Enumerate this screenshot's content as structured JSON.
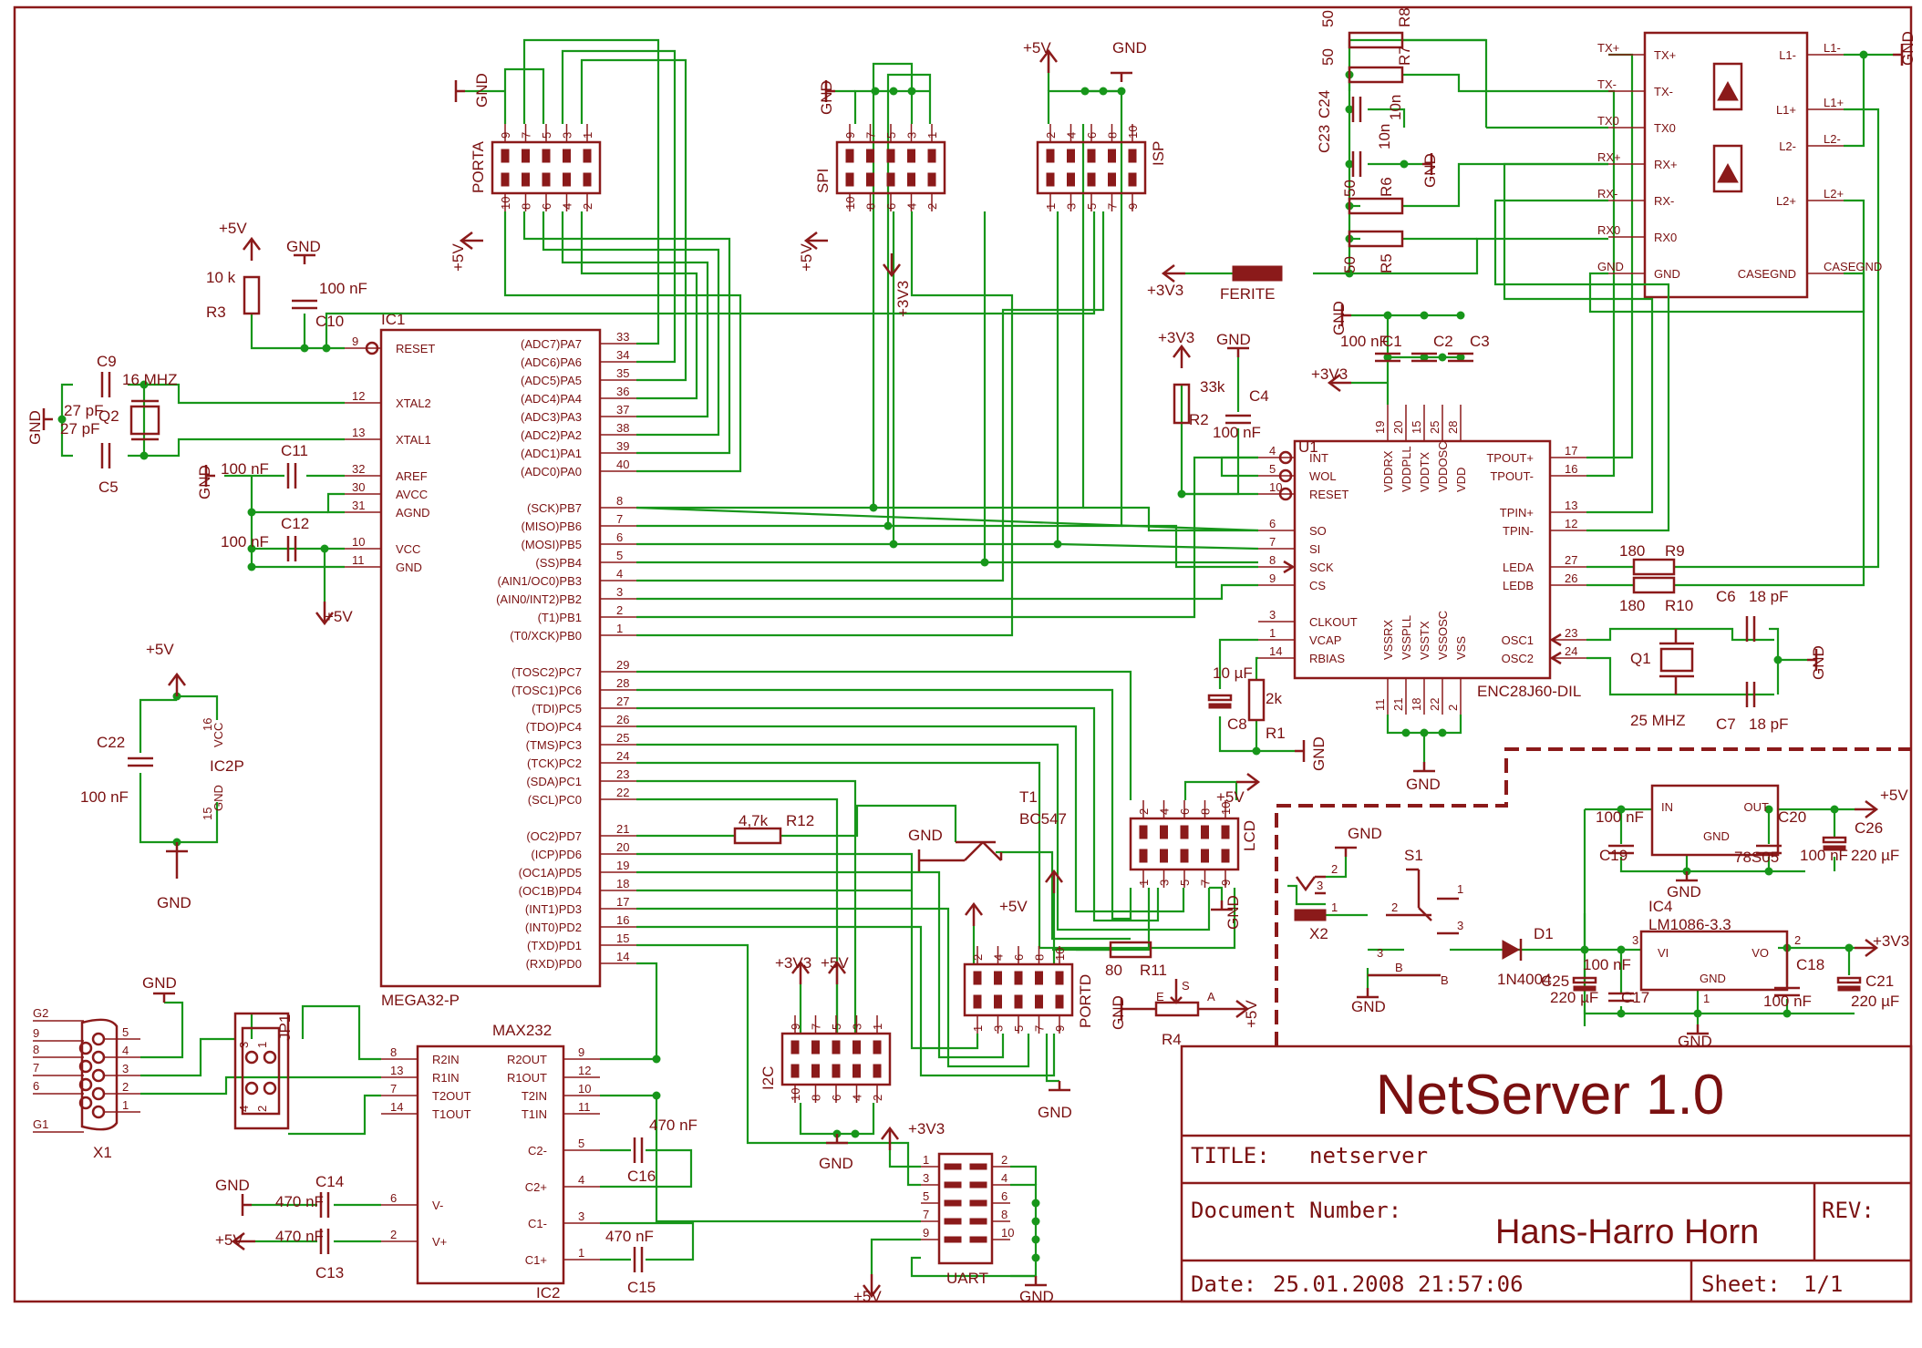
{
  "colors": {
    "component": "#8b1a1a",
    "wire": "#17961a",
    "text": "#7a1010",
    "background": "#ffffff"
  },
  "title_block": {
    "project": "NetServer 1.0",
    "title_label": "TITLE:",
    "title_value": "netserver",
    "docnum_label": "Document Number:",
    "author": "Hans-Harro Horn",
    "rev_label": "REV:",
    "date_label": "Date:",
    "date_value": "25.01.2008 21:57:06",
    "sheet_label": "Sheet:",
    "sheet_value": "1/1"
  },
  "ic1": {
    "name": "IC1",
    "part": "MEGA32-P",
    "left_pins": [
      {
        "num": "9",
        "name": "RESET"
      },
      {
        "num": "12",
        "name": "XTAL2"
      },
      {
        "num": "13",
        "name": "XTAL1"
      },
      {
        "num": "32",
        "name": "AREF"
      },
      {
        "num": "30",
        "name": "AVCC"
      },
      {
        "num": "31",
        "name": "AGND"
      },
      {
        "num": "10",
        "name": "VCC"
      },
      {
        "num": "11",
        "name": "GND"
      }
    ],
    "right_pins": [
      {
        "num": "33",
        "name": "(ADC7)PA7"
      },
      {
        "num": "34",
        "name": "(ADC6)PA6"
      },
      {
        "num": "35",
        "name": "(ADC5)PA5"
      },
      {
        "num": "36",
        "name": "(ADC4)PA4"
      },
      {
        "num": "37",
        "name": "(ADC3)PA3"
      },
      {
        "num": "38",
        "name": "(ADC2)PA2"
      },
      {
        "num": "39",
        "name": "(ADC1)PA1"
      },
      {
        "num": "40",
        "name": "(ADC0)PA0"
      },
      {
        "num": "8",
        "name": "(SCK)PB7"
      },
      {
        "num": "7",
        "name": "(MISO)PB6"
      },
      {
        "num": "6",
        "name": "(MOSI)PB5"
      },
      {
        "num": "5",
        "name": "(SS)PB4"
      },
      {
        "num": "4",
        "name": "(AIN1/OC0)PB3"
      },
      {
        "num": "3",
        "name": "(AIN0/INT2)PB2"
      },
      {
        "num": "2",
        "name": "(T1)PB1"
      },
      {
        "num": "1",
        "name": "(T0/XCK)PB0"
      },
      {
        "num": "29",
        "name": "(TOSC2)PC7"
      },
      {
        "num": "28",
        "name": "(TOSC1)PC6"
      },
      {
        "num": "27",
        "name": "(TDI)PC5"
      },
      {
        "num": "26",
        "name": "(TDO)PC4"
      },
      {
        "num": "25",
        "name": "(TMS)PC3"
      },
      {
        "num": "24",
        "name": "(TCK)PC2"
      },
      {
        "num": "23",
        "name": "(SDA)PC1"
      },
      {
        "num": "22",
        "name": "(SCL)PC0"
      },
      {
        "num": "21",
        "name": "(OC2)PD7"
      },
      {
        "num": "20",
        "name": "(ICP)PD6"
      },
      {
        "num": "19",
        "name": "(OC1A)PD5"
      },
      {
        "num": "18",
        "name": "(OC1B)PD4"
      },
      {
        "num": "17",
        "name": "(INT1)PD3"
      },
      {
        "num": "16",
        "name": "(INT0)PD2"
      },
      {
        "num": "15",
        "name": "(TXD)PD1"
      },
      {
        "num": "14",
        "name": "(RXD)PD0"
      }
    ]
  },
  "u1": {
    "name": "U1",
    "part": "ENC28J60-DIL",
    "left_pins": [
      {
        "num": "4",
        "name": "INT"
      },
      {
        "num": "5",
        "name": "WOL"
      },
      {
        "num": "10",
        "name": "RESET"
      },
      {
        "num": "6",
        "name": "SO"
      },
      {
        "num": "7",
        "name": "SI"
      },
      {
        "num": "8",
        "name": "SCK"
      },
      {
        "num": "9",
        "name": "CS"
      },
      {
        "num": "3",
        "name": "CLKOUT"
      },
      {
        "num": "1",
        "name": "VCAP"
      },
      {
        "num": "14",
        "name": "RBIAS"
      }
    ],
    "right_pins": [
      {
        "num": "17",
        "name": "TPOUT+"
      },
      {
        "num": "16",
        "name": "TPOUT-"
      },
      {
        "num": "13",
        "name": "TPIN+"
      },
      {
        "num": "12",
        "name": "TPIN-"
      },
      {
        "num": "27",
        "name": "LEDA"
      },
      {
        "num": "26",
        "name": "LEDB"
      },
      {
        "num": "23",
        "name": "OSC1"
      },
      {
        "num": "24",
        "name": "OSC2"
      }
    ],
    "top_pins": [
      {
        "num": "19",
        "name": "VDDRX"
      },
      {
        "num": "20",
        "name": "VDDPLL"
      },
      {
        "num": "15",
        "name": "VDDTX"
      },
      {
        "num": "25",
        "name": "VDDOSC"
      },
      {
        "num": "28",
        "name": "VDD"
      }
    ],
    "bottom_pins": [
      {
        "num": "11",
        "name": "VSSRX"
      },
      {
        "num": "21",
        "name": "VSSPLL"
      },
      {
        "num": "18",
        "name": "VSSTX"
      },
      {
        "num": "22",
        "name": "VSSOSC"
      },
      {
        "num": "2",
        "name": "VSS"
      }
    ]
  },
  "max232": {
    "name": "IC2",
    "part": "MAX232",
    "left_pins": [
      {
        "num": "8",
        "name": "R2IN"
      },
      {
        "num": "13",
        "name": "R1IN"
      },
      {
        "num": "7",
        "name": "T2OUT"
      },
      {
        "num": "14",
        "name": "T1OUT"
      },
      {
        "num": "6",
        "name": "V-"
      },
      {
        "num": "2",
        "name": "V+"
      }
    ],
    "right_pins": [
      {
        "num": "9",
        "name": "R2OUT"
      },
      {
        "num": "12",
        "name": "R1OUT"
      },
      {
        "num": "10",
        "name": "T2IN"
      },
      {
        "num": "11",
        "name": "T1IN"
      },
      {
        "num": "5",
        "name": "C2-"
      },
      {
        "num": "4",
        "name": "C2+"
      },
      {
        "num": "3",
        "name": "C1-"
      },
      {
        "num": "1",
        "name": "C1+"
      }
    ]
  },
  "magjack": {
    "left_pins": [
      "TX+",
      "TX-",
      "TX0",
      "RX+",
      "RX-",
      "RX0",
      "GND"
    ],
    "inner_left": [
      "TX+",
      "TX-",
      "TX0",
      "RX+",
      "RX-",
      "RX0",
      "GND"
    ],
    "inner_right": [
      "L1-",
      "L1+",
      "L2-",
      "L2+",
      "CASEGND"
    ],
    "right_pins": [
      "L1-",
      "L1+",
      "L2-",
      "L2+",
      "CASEGND"
    ]
  },
  "connectors": {
    "porta": "PORTA",
    "spi": "SPI",
    "isp": "ISP",
    "lcd": "LCD",
    "portd": "PORTD",
    "i2c": "I2C",
    "uart": "UART",
    "jp1": "JP1",
    "x1": "X1",
    "x2": "X2",
    "header_top_nums": [
      "9",
      "7",
      "5",
      "3",
      "1"
    ],
    "header_bot_nums": [
      "10",
      "8",
      "6",
      "4",
      "2"
    ],
    "isp_top_nums": [
      "2",
      "4",
      "6",
      "8",
      "10"
    ],
    "isp_bot_nums": [
      "1",
      "3",
      "5",
      "7",
      "9"
    ],
    "lcd_top_nums": [
      "2",
      "4",
      "6",
      "8",
      "10"
    ],
    "lcd_bot_nums": [
      "1",
      "3",
      "5",
      "7",
      "9"
    ],
    "portd_top_nums": [
      "2",
      "4",
      "6",
      "8",
      "10"
    ],
    "portd_bot_nums": [
      "1",
      "3",
      "5",
      "7",
      "9"
    ],
    "uart_left": [
      "1",
      "3",
      "5",
      "7",
      "9"
    ],
    "uart_right": [
      "2",
      "4",
      "6",
      "8",
      "10"
    ],
    "x1_left": [
      "G2",
      "9",
      "8",
      "7",
      "6",
      "G1"
    ],
    "x1_right": [
      "5",
      "4",
      "3",
      "2",
      "1"
    ],
    "jp1_nums": [
      "3",
      "4",
      "1",
      "2"
    ]
  },
  "parts": {
    "r3": {
      "name": "R3",
      "value": "10 k"
    },
    "c10": {
      "name": "C10",
      "value": "100 nF"
    },
    "c9": {
      "name": "C9",
      "value": "27 pF"
    },
    "c5": {
      "name": "C5",
      "value": "27 pF"
    },
    "q2": {
      "name": "Q2",
      "value": "16 MHZ"
    },
    "c11": {
      "name": "C11",
      "value": "100 nF"
    },
    "c12": {
      "name": "C12",
      "value": "100 nF"
    },
    "c22": {
      "name": "C22",
      "value": "100 nF"
    },
    "ic2p": {
      "name": "IC2P",
      "vcc": "VCC",
      "gnd": "GND",
      "p16": "16",
      "p15": "15"
    },
    "r8": {
      "name": "R8",
      "value": "50"
    },
    "r7": {
      "name": "R7",
      "value": "50"
    },
    "c24": {
      "name": "C24",
      "value": "10n"
    },
    "c23": {
      "name": "C23",
      "value": "10n"
    },
    "r6": {
      "name": "R6",
      "value": "50"
    },
    "r5": {
      "name": "R5",
      "value": "50"
    },
    "ferite": {
      "name": "FERITE"
    },
    "c1": {
      "name": "C1",
      "value": "100 nF"
    },
    "c2": {
      "name": "C2"
    },
    "c3": {
      "name": "C3"
    },
    "r2": {
      "name": "R2",
      "value": "33k"
    },
    "c4": {
      "name": "C4",
      "value": "100 nF"
    },
    "r9": {
      "name": "R9",
      "value": "180"
    },
    "r10": {
      "name": "R10",
      "value": "180"
    },
    "c6": {
      "name": "C6",
      "value": "18 pF"
    },
    "c7": {
      "name": "C7",
      "value": "18 pF"
    },
    "q1": {
      "name": "Q1",
      "value": "25 MHZ"
    },
    "c8": {
      "name": "C8",
      "value": "10 µF"
    },
    "r1": {
      "name": "R1",
      "value": "2k"
    },
    "r12": {
      "name": "R12",
      "value": "4,7k"
    },
    "t1": {
      "name": "T1",
      "value": "BC547"
    },
    "r11": {
      "name": "R11",
      "value": "80"
    },
    "r4": {
      "name": "R4",
      "e": "E",
      "s": "S",
      "a": "A"
    },
    "c14": {
      "name": "C14",
      "value": "470 nF"
    },
    "c13": {
      "name": "C13",
      "value": "470 nF"
    },
    "c16": {
      "name": "C16",
      "value": "470 nF"
    },
    "c15": {
      "name": "C15",
      "value": "470 nF"
    },
    "s1": {
      "name": "S1"
    },
    "d1": {
      "name": "D1",
      "value": "1N4004"
    },
    "c19": {
      "name": "C19",
      "value": "100 nF"
    },
    "reg5": {
      "value": "78S05",
      "in": "IN",
      "out": "OUT",
      "gnd": "GND"
    },
    "c20": {
      "name": "C20",
      "value": "100 nF"
    },
    "c26": {
      "name": "C26",
      "value": "220 µF"
    },
    "ic4": {
      "name": "IC4",
      "value": "LM1086-3.3",
      "vi": "VI",
      "vo": "VO",
      "gnd": "GND"
    },
    "c25": {
      "name": "C25",
      "value": "220 µF"
    },
    "c17": {
      "name": "C17",
      "value": "100 nF"
    },
    "c18": {
      "name": "C18",
      "value": "100 nF"
    },
    "c21": {
      "name": "C21",
      "value": "220 µF"
    }
  },
  "nets": {
    "vcc5": "+5V",
    "vcc33": "+3V3",
    "gnd": "GND"
  },
  "misc_pins": {
    "s1": [
      "1",
      "2",
      "3",
      "B",
      "B"
    ],
    "x2": [
      "2",
      "3",
      "1"
    ],
    "reg3": "3",
    "reg2": "2",
    "ic4_1": "1"
  }
}
